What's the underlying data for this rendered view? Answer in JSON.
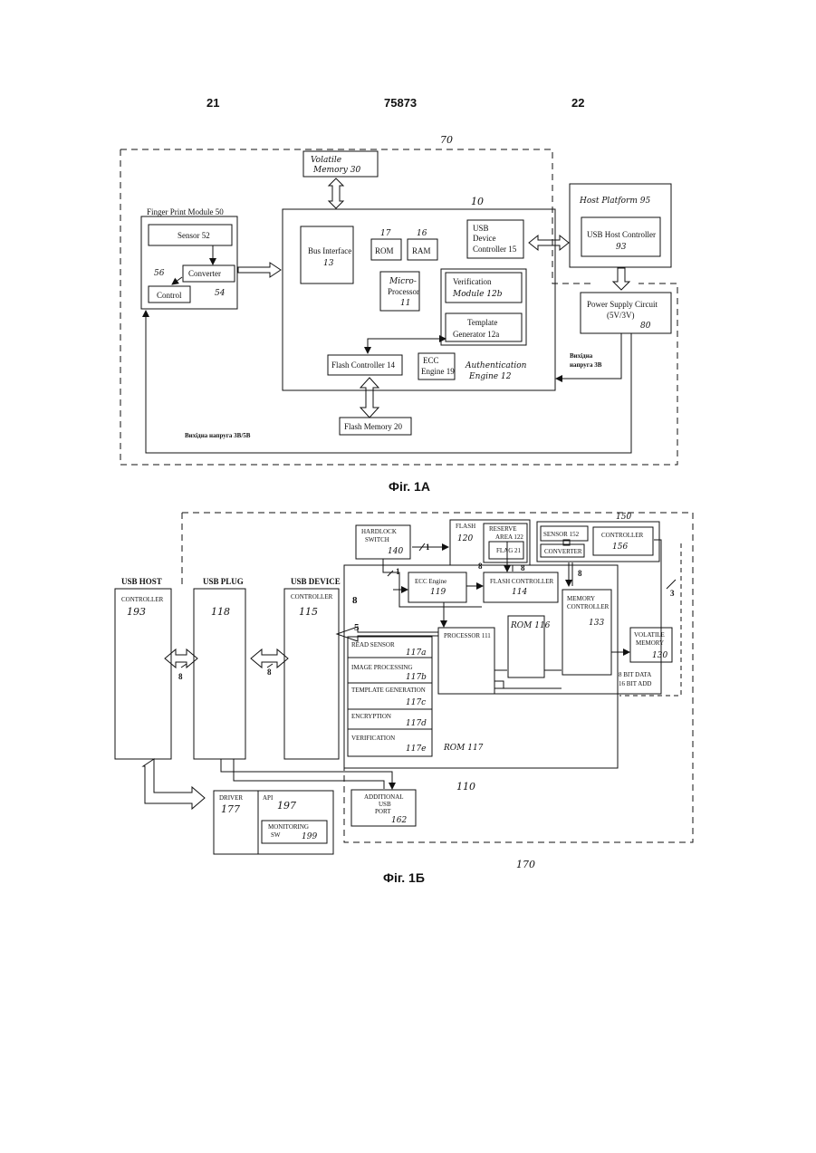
{
  "header": {
    "left_page": "21",
    "patent_number": "75873",
    "right_page": "22"
  },
  "fig_a": {
    "caption": "Фіг. 1А",
    "outer_ref": "70",
    "volatile_memory": [
      "Volatile",
      "Memory 30"
    ],
    "main_ref": "10",
    "host_platform": "Host Platform 95",
    "usb_host_controller": [
      "USB Host Controller",
      "93"
    ],
    "fingerprint_module": "Finger Print Module 50",
    "sensor": "Sensor 52",
    "converter": "Converter",
    "control": "Control",
    "ref_56": "56",
    "ref_54": "54",
    "bus_interface": [
      "Bus Interface",
      "13"
    ],
    "rom": "ROM",
    "rom_ref": "17",
    "ram": "RAM",
    "ram_ref": "16",
    "usb_device_controller": [
      "USB",
      "Device",
      "Controller 15"
    ],
    "microprocessor": [
      "Micro-",
      "Processor",
      "11"
    ],
    "verification_module": [
      "Verification",
      "Module 12b"
    ],
    "template_generator": [
      "Template",
      "Generator 12a"
    ],
    "flash_controller": "Flash Controller 14",
    "ecc_engine": [
      "ECC",
      "Engine 19"
    ],
    "auth_engine": [
      "Authentication",
      "Engine 12"
    ],
    "power_supply": [
      "Power Supply Circuit",
      "(5V/3V)",
      "80"
    ],
    "output_3v": [
      "Вихідна",
      "напруга 3В"
    ],
    "flash_memory": "Flash Memory 20",
    "output_3v5v": "Вихідна напруга 3В/5В"
  },
  "fig_b": {
    "caption": "Фіг. 1Б",
    "usb_host": [
      "USB HOST",
      "CONTROLLER",
      "193"
    ],
    "usb_plug": [
      "USB PLUG",
      "118"
    ],
    "usb_device": [
      "USB DEVICE",
      "CONTROLLER",
      "115"
    ],
    "hardlock": [
      "HARDLOCK",
      "SWITCH",
      "140"
    ],
    "flash": [
      "FLASH",
      "120"
    ],
    "reserve_area": [
      "RESERVE",
      "AREA 122"
    ],
    "flag": "FLAG 21",
    "sensor": "SENSOR 152",
    "converter": "CONVERTER",
    "controller": [
      "CONTROLLER",
      "156"
    ],
    "ref_150": "150",
    "ecc_engine": [
      "ECC Engine",
      "119"
    ],
    "flash_controller": [
      "FLASH CONTROLLER",
      "114"
    ],
    "memory_controller": [
      "MEMORY",
      "CONTROLLER",
      "133"
    ],
    "volatile_memory": [
      "VOLATILE",
      "MEMORY",
      "130"
    ],
    "bit_labels": [
      "8 BIT DATA",
      "16 BIT ADD"
    ],
    "rom116": "ROM 116",
    "processor": "PROCESSOR 111",
    "modules": [
      {
        "name": "READ SENSOR",
        "ref": "117a"
      },
      {
        "name": "IMAGE PROCESSING",
        "ref": "117b"
      },
      {
        "name": "TEMPLATE GENERATION",
        "ref": "117c"
      },
      {
        "name": "ENCRYPTION",
        "ref": "117d"
      },
      {
        "name": "VERIFICATION",
        "ref": "117e"
      }
    ],
    "rom117": "ROM 117",
    "ref_110": "110",
    "ref_170": "170",
    "driver": [
      "DRIVER",
      "177"
    ],
    "api": [
      "API",
      "197"
    ],
    "monitoring": [
      "MONITORING",
      "SW",
      "199"
    ],
    "additional_port": [
      "ADDITIONAL",
      "USB",
      "PORT",
      "162"
    ],
    "bus_widths": [
      "8",
      "8",
      "8",
      "5",
      "1",
      "1",
      "8",
      "8",
      "8",
      "3"
    ]
  }
}
